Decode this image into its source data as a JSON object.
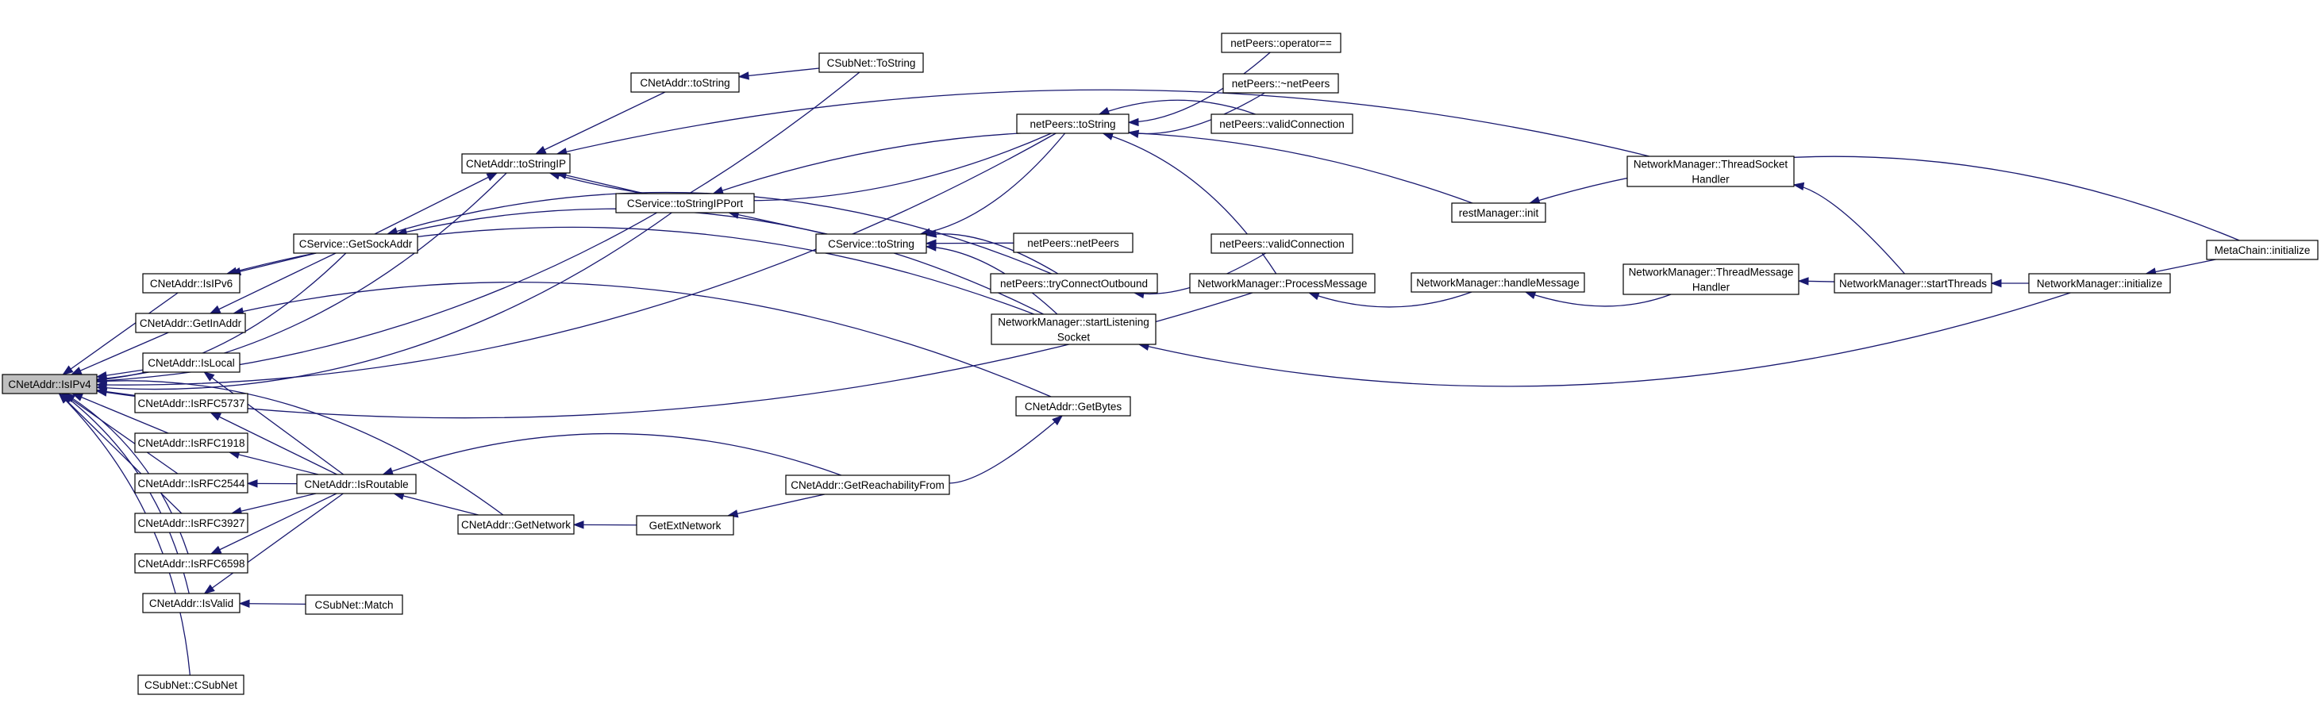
{
  "nodes": {
    "n_isipv4": {
      "lines": [
        "CNetAddr::IsIPv4"
      ],
      "root": true
    },
    "n_isipv6": {
      "lines": [
        "CNetAddr::IsIPv6"
      ]
    },
    "n_getinaddr": {
      "lines": [
        "CNetAddr::GetInAddr"
      ]
    },
    "n_islocal": {
      "lines": [
        "CNetAddr::IsLocal"
      ]
    },
    "n_isrfc5737": {
      "lines": [
        "CNetAddr::IsRFC5737"
      ]
    },
    "n_isrfc1918": {
      "lines": [
        "CNetAddr::IsRFC1918"
      ]
    },
    "n_isrfc2544": {
      "lines": [
        "CNetAddr::IsRFC2544"
      ]
    },
    "n_isrfc3927": {
      "lines": [
        "CNetAddr::IsRFC3927"
      ]
    },
    "n_isrfc6598": {
      "lines": [
        "CNetAddr::IsRFC6598"
      ]
    },
    "n_isvalid": {
      "lines": [
        "CNetAddr::IsValid"
      ]
    },
    "n_csubnet": {
      "lines": [
        "CSubNet::CSubNet"
      ]
    },
    "n_getsockaddr": {
      "lines": [
        "CService::GetSockAddr"
      ]
    },
    "n_isroutable": {
      "lines": [
        "CNetAddr::IsRoutable"
      ]
    },
    "n_csubnet_match": {
      "lines": [
        "CSubNet::Match"
      ]
    },
    "n_tostringip": {
      "lines": [
        "CNetAddr::toStringIP"
      ]
    },
    "n_getnetwork": {
      "lines": [
        "CNetAddr::GetNetwork"
      ]
    },
    "n_cnetaddr_tostring": {
      "lines": [
        "CNetAddr::toString"
      ]
    },
    "n_tostringipport": {
      "lines": [
        "CService::toStringIPPort"
      ]
    },
    "n_getextnetwork": {
      "lines": [
        "GetExtNetwork"
      ]
    },
    "n_csubnet_tostring": {
      "lines": [
        "CSubNet::ToString"
      ]
    },
    "n_cservice_tostring": {
      "lines": [
        "CService::toString"
      ]
    },
    "n_getreachability": {
      "lines": [
        "CNetAddr::GetReachabilityFrom"
      ]
    },
    "n_netpeers_tostring": {
      "lines": [
        "netPeers::toString"
      ]
    },
    "n_netpeers_netpeers": {
      "lines": [
        "netPeers::netPeers"
      ]
    },
    "n_tryconnect": {
      "lines": [
        "netPeers::tryConnectOutbound"
      ]
    },
    "n_startlistening": {
      "lines": [
        "NetworkManager::startListening",
        "Socket"
      ]
    },
    "n_getbytes": {
      "lines": [
        "CNetAddr::GetBytes"
      ]
    },
    "n_op_eq": {
      "lines": [
        "netPeers::operator=="
      ]
    },
    "n_dtor": {
      "lines": [
        "netPeers::~netPeers"
      ]
    },
    "n_validconn1": {
      "lines": [
        "netPeers::validConnection"
      ]
    },
    "n_validconn2": {
      "lines": [
        "netPeers::validConnection"
      ]
    },
    "n_processmsg": {
      "lines": [
        "NetworkManager::ProcessMessage"
      ]
    },
    "n_restinit": {
      "lines": [
        "restManager::init"
      ]
    },
    "n_handlemsg": {
      "lines": [
        "NetworkManager::handleMessage"
      ]
    },
    "n_threadsocket": {
      "lines": [
        "NetworkManager::ThreadSocket",
        "Handler"
      ]
    },
    "n_threadmessage": {
      "lines": [
        "NetworkManager::ThreadMessage",
        "Handler"
      ]
    },
    "n_startthreads": {
      "lines": [
        "NetworkManager::startThreads"
      ]
    },
    "n_nm_init": {
      "lines": [
        "NetworkManager::initialize"
      ]
    },
    "n_metachain_init": {
      "lines": [
        "MetaChain::initialize"
      ]
    }
  },
  "edges": [
    [
      "n_isipv6",
      "n_isipv4"
    ],
    [
      "n_getinaddr",
      "n_isipv4"
    ],
    [
      "n_islocal",
      "n_isipv4"
    ],
    [
      "n_isrfc5737",
      "n_isipv4"
    ],
    [
      "n_isrfc1918",
      "n_isipv4"
    ],
    [
      "n_isrfc2544",
      "n_isipv4"
    ],
    [
      "n_isrfc3927",
      "n_isipv4"
    ],
    [
      "n_isrfc6598",
      "n_isipv4"
    ],
    [
      "n_isvalid",
      "n_isipv4"
    ],
    [
      "n_csubnet",
      "n_isipv4"
    ],
    [
      "n_getsockaddr",
      "n_isipv4"
    ],
    [
      "n_tostringip",
      "n_isipv4"
    ],
    [
      "n_tostringipport",
      "n_isipv4"
    ],
    [
      "n_csubnet_tostring",
      "n_isipv4"
    ],
    [
      "n_netpeers_tostring",
      "n_isipv4"
    ],
    [
      "n_getnetwork",
      "n_isipv4"
    ],
    [
      "n_processmsg",
      "n_isipv4"
    ],
    [
      "n_getsockaddr",
      "n_isipv6"
    ],
    [
      "n_startlistening",
      "n_isipv6"
    ],
    [
      "n_getsockaddr",
      "n_getinaddr"
    ],
    [
      "n_getbytes",
      "n_getinaddr"
    ],
    [
      "n_isroutable",
      "n_islocal"
    ],
    [
      "n_isroutable",
      "n_isrfc5737"
    ],
    [
      "n_isroutable",
      "n_isrfc1918"
    ],
    [
      "n_isroutable",
      "n_isrfc2544"
    ],
    [
      "n_isroutable",
      "n_isrfc3927"
    ],
    [
      "n_isroutable",
      "n_isrfc6598"
    ],
    [
      "n_isroutable",
      "n_isvalid"
    ],
    [
      "n_csubnet_match",
      "n_isvalid"
    ],
    [
      "n_getnetwork",
      "n_isroutable"
    ],
    [
      "n_getreachability",
      "n_isroutable"
    ],
    [
      "n_getextnetwork",
      "n_getnetwork"
    ],
    [
      "n_getreachability",
      "n_getextnetwork"
    ],
    [
      "n_tryconnect",
      "n_getsockaddr"
    ],
    [
      "n_startlistening",
      "n_getsockaddr"
    ],
    [
      "n_cnetaddr_tostring",
      "n_tostringip"
    ],
    [
      "n_tostringipport",
      "n_tostringip"
    ],
    [
      "n_netpeers_tostring",
      "n_tostringip"
    ],
    [
      "n_threadsocket",
      "n_tostringip"
    ],
    [
      "n_getsockaddr",
      "n_tostringip"
    ],
    [
      "n_csubnet_tostring",
      "n_cnetaddr_tostring"
    ],
    [
      "n_cservice_tostring",
      "n_tostringipport"
    ],
    [
      "n_restinit",
      "n_tostringipport"
    ],
    [
      "n_netpeers_tostring",
      "n_cservice_tostring"
    ],
    [
      "n_netpeers_netpeers",
      "n_cservice_tostring"
    ],
    [
      "n_tryconnect",
      "n_cservice_tostring"
    ],
    [
      "n_startlistening",
      "n_cservice_tostring"
    ],
    [
      "n_op_eq",
      "n_netpeers_tostring"
    ],
    [
      "n_dtor",
      "n_netpeers_tostring"
    ],
    [
      "n_validconn1",
      "n_netpeers_tostring"
    ],
    [
      "n_processmsg",
      "n_netpeers_tostring"
    ],
    [
      "n_validconn2",
      "n_tryconnect"
    ],
    [
      "n_getreachability",
      "n_getbytes"
    ],
    [
      "n_handlemsg",
      "n_processmsg"
    ],
    [
      "n_threadmessage",
      "n_handlemsg"
    ],
    [
      "n_startthreads",
      "n_threadsocket"
    ],
    [
      "n_startthreads",
      "n_threadmessage"
    ],
    [
      "n_nm_init",
      "n_startthreads"
    ],
    [
      "n_nm_init",
      "n_startlistening"
    ],
    [
      "n_metachain_init",
      "n_nm_init"
    ],
    [
      "n_metachain_init",
      "n_restinit"
    ]
  ]
}
